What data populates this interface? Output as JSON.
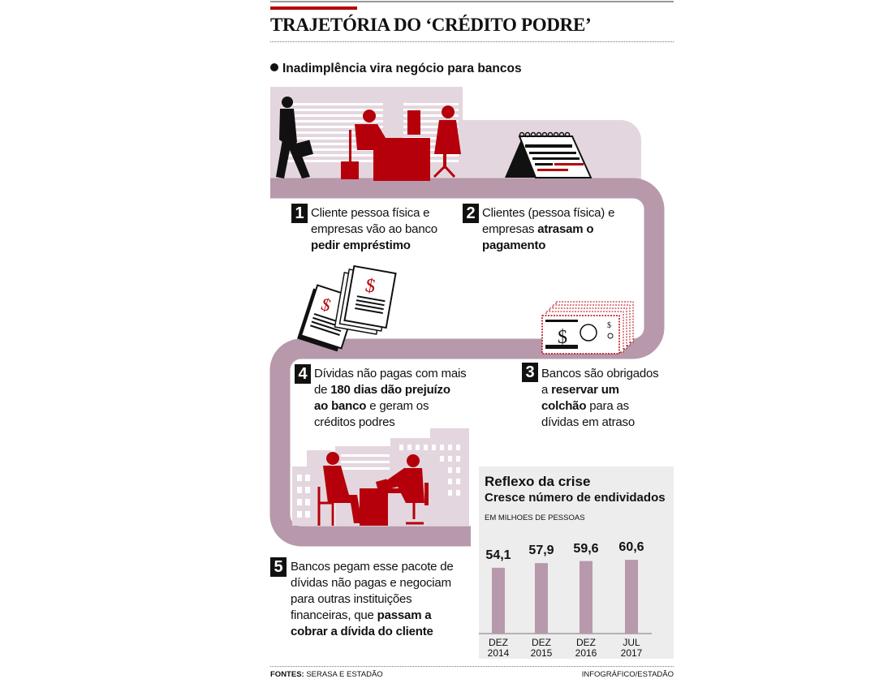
{
  "header": {
    "title": "TRAJETÓRIA DO ‘CRÉDITO PODRE’",
    "subtitle": "Inadimplência vira negócio para bancos"
  },
  "colors": {
    "accent_red": "#b5000b",
    "path_mauve": "#b799ab",
    "light_mauve": "#e4d6de",
    "chart_bg": "#ededed"
  },
  "steps": [
    {
      "number": "1",
      "parts": [
        "Cliente pessoa física e",
        "empresas vão ao banco",
        "pedir empréstimo"
      ]
    },
    {
      "number": "2",
      "parts": [
        "Clientes (pessoa física) e",
        "empresas ",
        "atrasam o",
        "pagamento"
      ]
    },
    {
      "number": "3",
      "parts": [
        "Bancos são obrigados",
        "a ",
        "reservar um",
        "colchão",
        " para as",
        "dívidas em atraso"
      ]
    },
    {
      "number": "4",
      "parts": [
        "Dívidas não pagas com mais",
        "de ",
        "180 dias dão prejuízo",
        "ao banco",
        " e geram os",
        "créditos podres"
      ]
    },
    {
      "number": "5",
      "parts": [
        "Bancos pegam esse pacote de",
        "dívidas não pagas e negociam",
        "para outras instituições",
        "financeiras, que ",
        "passam a",
        "cobrar a dívida do cliente"
      ]
    }
  ],
  "chart_data": {
    "type": "bar",
    "title": "Reflexo da crise",
    "subtitle": "Cresce número de endividados",
    "ylabel": "EM MILHOES DE PESSOAS",
    "categories": [
      [
        "DEZ",
        "2014"
      ],
      [
        "DEZ",
        "2015"
      ],
      [
        "DEZ",
        "2016"
      ],
      [
        "JUL",
        "2017"
      ]
    ],
    "values": [
      54.1,
      57.9,
      59.6,
      60.6
    ],
    "value_labels": [
      "54,1",
      "57,9",
      "59,6",
      "60,6"
    ],
    "ylim": [
      0,
      70
    ],
    "grid": false
  },
  "footer": {
    "sources_label": "FONTES:",
    "sources": " SERASA E ESTADÃO",
    "credit": "INFOGRÁFICO/ESTADÃO"
  }
}
